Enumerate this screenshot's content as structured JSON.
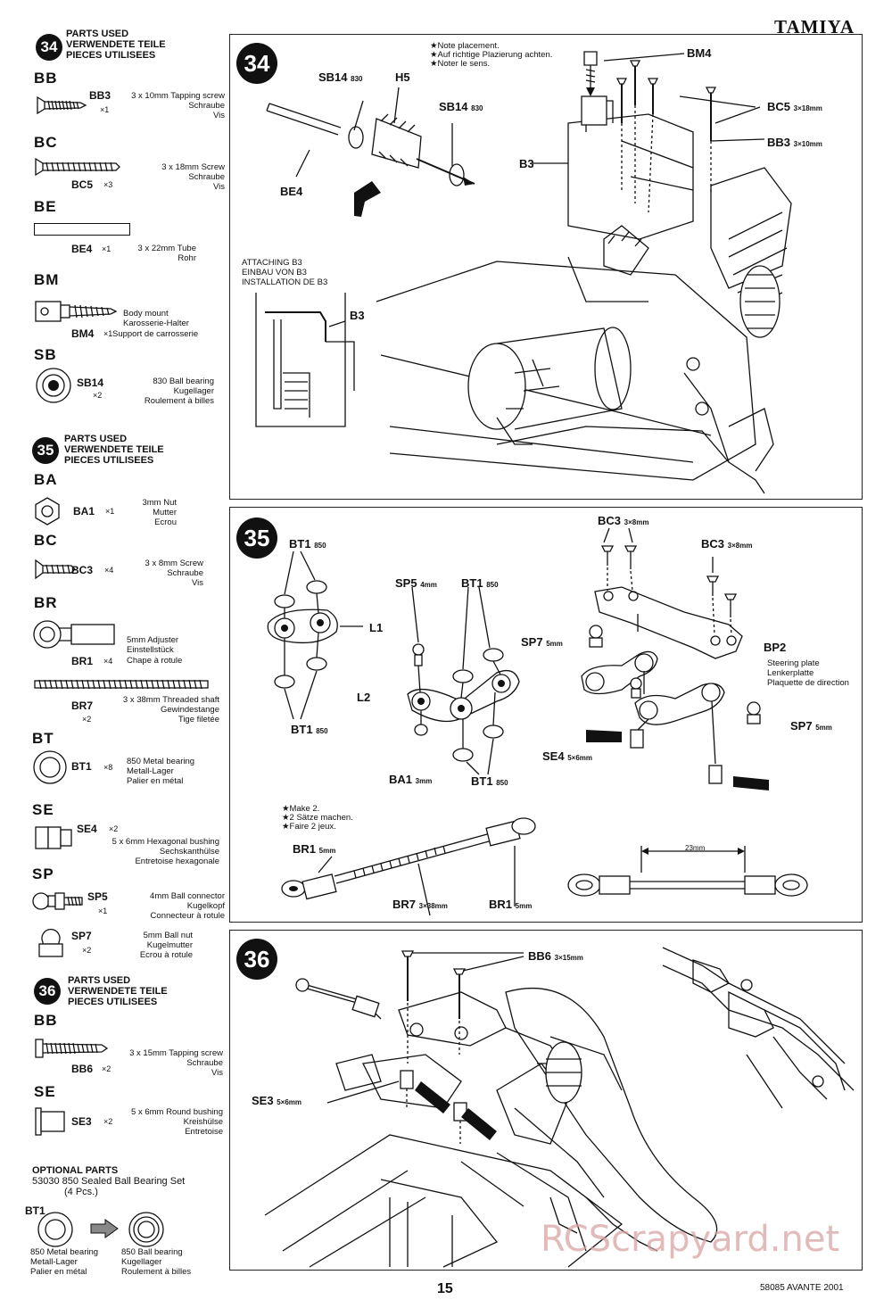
{
  "brand": "TAMIYA",
  "footer": {
    "page": "15",
    "model": "58085 AVANTE 2001"
  },
  "watermark": "RCScrapyard.net",
  "left": {
    "s34": {
      "num": "34",
      "header": [
        "PARTS USED",
        "VERWENDETE TEILE",
        "PIECES UTILISEES"
      ],
      "groups": [
        {
          "cat": "BB",
          "code": "BB3",
          "qty": "×1",
          "desc": [
            "3 x 10mm Tapping screw",
            "Schraube",
            "Vis"
          ]
        },
        {
          "cat": "BC",
          "code": "BC5",
          "qty": "×3",
          "desc": [
            "3 x 18mm Screw",
            "Schraube",
            "Vis"
          ]
        },
        {
          "cat": "BE",
          "code": "BE4",
          "qty": "×1",
          "desc": [
            "3 x 22mm Tube",
            "Rohr"
          ]
        },
        {
          "cat": "BM",
          "code": "BM4",
          "qty": "×1",
          "desc": [
            "Body mount",
            "Karosserie-Halter",
            "Support de carrosserie"
          ]
        },
        {
          "cat": "SB",
          "code": "SB14",
          "qty": "×2",
          "desc": [
            "830 Ball bearing",
            "Kugellager",
            "Roulement à billes"
          ]
        }
      ]
    },
    "s35": {
      "num": "35",
      "header": [
        "PARTS USED",
        "VERWENDETE TEILE",
        "PIECES UTILISEES"
      ],
      "groups": [
        {
          "cat": "BA",
          "code": "BA1",
          "qty": "×1",
          "desc": [
            "3mm Nut",
            "Mutter",
            "Ecrou"
          ]
        },
        {
          "cat": "BC",
          "code": "BC3",
          "qty": "×4",
          "desc": [
            "3 x 8mm Screw",
            "Schraube",
            "Vis"
          ]
        },
        {
          "cat": "BR",
          "code": "BR1",
          "qty": "×4",
          "desc": [
            "5mm Adjuster",
            "Einstellstück",
            "Chape à rotule"
          ]
        },
        {
          "cat": "",
          "code": "BR7",
          "qty": "×2",
          "desc": [
            "3 x 38mm Threaded shaft",
            "Gewindestange",
            "Tige filetée"
          ]
        },
        {
          "cat": "BT",
          "code": "BT1",
          "qty": "×8",
          "desc": [
            "850 Metal bearing",
            "Metall-Lager",
            "Palier en métal"
          ]
        },
        {
          "cat": "SE",
          "code": "SE4",
          "qty": "×2",
          "desc": [
            "5 x 6mm Hexagonal bushing",
            "Sechskanthülse",
            "Entretoise hexagonale"
          ]
        },
        {
          "cat": "SP",
          "code": "SP5",
          "qty": "×1",
          "desc": [
            "4mm Ball connector",
            "Kugelkopf",
            "Connecteur à rotule"
          ]
        },
        {
          "cat": "",
          "code": "SP7",
          "qty": "×2",
          "desc": [
            "5mm Ball nut",
            "Kugelmutter",
            "Ecrou à rotule"
          ]
        }
      ]
    },
    "s36": {
      "num": "36",
      "header": [
        "PARTS USED",
        "VERWENDETE TEILE",
        "PIECES UTILISEES"
      ],
      "groups": [
        {
          "cat": "BB",
          "code": "BB6",
          "qty": "×2",
          "desc": [
            "3 x 15mm Tapping screw",
            "Schraube",
            "Vis"
          ]
        },
        {
          "cat": "SE",
          "code": "SE3",
          "qty": "×2",
          "desc": [
            "5 x 6mm Round bushing",
            "Kreishülse",
            "Entretoise"
          ]
        }
      ]
    },
    "optional": {
      "title": "OPTIONAL PARTS",
      "line1": "53030 850 Sealed Ball Bearing Set",
      "line2": "(4 Pcs.)",
      "code": "BT1",
      "left": [
        "850 Metal bearing",
        "Metall-Lager",
        "Palier en métal"
      ],
      "right": [
        "850 Ball bearing",
        "Kugellager",
        "Roulement à billes"
      ]
    }
  },
  "step34": {
    "num": "34",
    "notes": [
      "★Note placement.",
      "★Auf richtige Plazierung achten.",
      "★Noter le sens."
    ],
    "labels": {
      "bm4": "BM4",
      "sb14a": "SB14",
      "sb14a_sub": "830",
      "h5": "H5",
      "sb14b": "SB14",
      "sb14b_sub": "830",
      "bc5": "BC5",
      "bc5_sub": "3×18mm",
      "bb3": "BB3",
      "bb3_sub": "3×10mm",
      "b3": "B3",
      "be4": "BE4",
      "b3b": "B3"
    },
    "attach": [
      "ATTACHING B3",
      "EINBAU VON B3",
      "INSTALLATION DE B3"
    ]
  },
  "step35": {
    "num": "35",
    "labels": {
      "bt1_tl": "BT1",
      "bt1_tl_sub": "850",
      "l1": "L1",
      "bt1_bl": "BT1",
      "bt1_bl_sub": "850",
      "sp5": "SP5",
      "sp5_sub": "4mm",
      "bt1_tr": "BT1",
      "bt1_tr_sub": "850",
      "l2": "L2",
      "ba1": "BA1",
      "ba1_sub": "3mm",
      "bt1_br": "BT1",
      "bt1_br_sub": "850",
      "bc3a": "BC3",
      "bc3a_sub": "3×8mm",
      "bc3b": "BC3",
      "bc3b_sub": "3×8mm",
      "sp7a": "SP7",
      "sp7a_sub": "5mm",
      "bp2": "BP2",
      "sp7b": "SP7",
      "sp7b_sub": "5mm",
      "se4": "SE4",
      "se4_sub": "5×6mm",
      "br1a": "BR1",
      "br1a_sub": "5mm",
      "br7": "BR7",
      "br7_sub": "3×38mm",
      "br1b": "BR1",
      "br1b_sub": "5mm",
      "dim": "23mm"
    },
    "bp2_desc": [
      "Steering plate",
      "Lenkerplatte",
      "Plaquette de direction"
    ],
    "make2": [
      "★Make 2.",
      "★2 Sätze machen.",
      "★Faire 2 jeux."
    ]
  },
  "step36": {
    "num": "36",
    "labels": {
      "bb6": "BB6",
      "bb6_sub": "3×15mm",
      "se3": "SE3",
      "se3_sub": "5×6mm"
    }
  }
}
